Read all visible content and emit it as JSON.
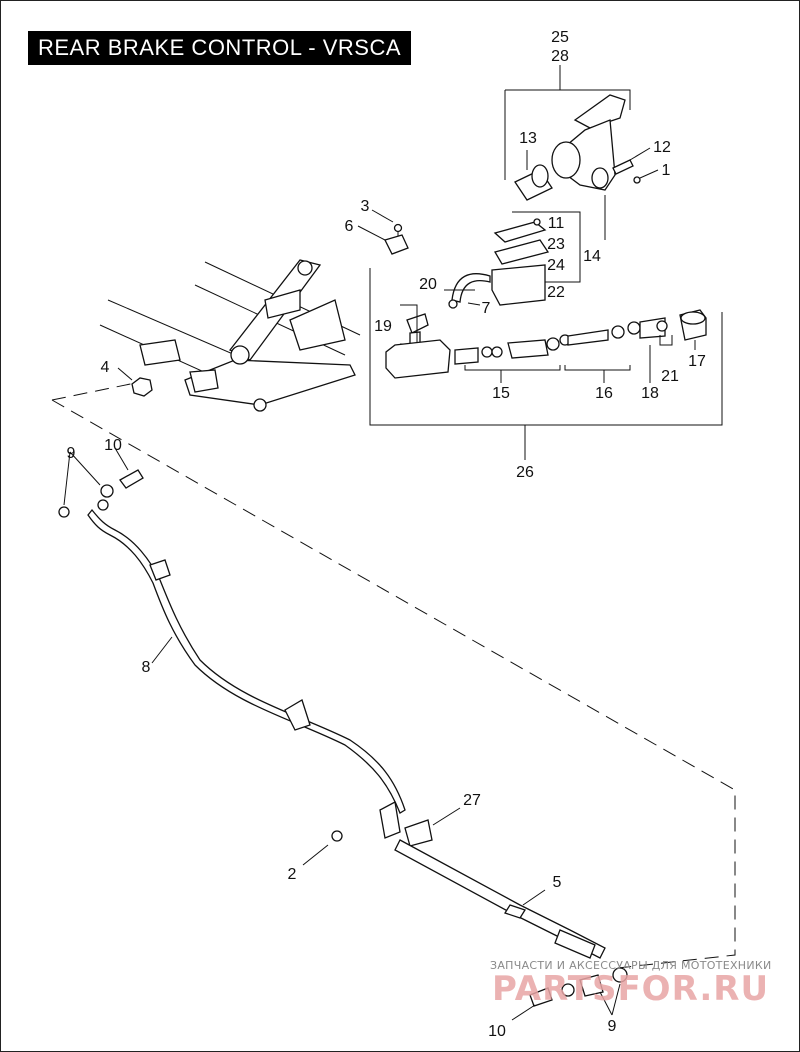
{
  "title": "REAR BRAKE CONTROL - VRSCA",
  "callouts": {
    "c25": "25",
    "c28": "28",
    "c13": "13",
    "c12": "12",
    "c1": "1",
    "c3": "3",
    "c6": "6",
    "c11": "11",
    "c23": "23",
    "c14": "14",
    "c24": "24",
    "c20": "20",
    "c22": "22",
    "c7": "7",
    "c19": "19",
    "c4": "4",
    "c15": "15",
    "c16": "16",
    "c18": "18",
    "c21": "21",
    "c17": "17",
    "c26": "26",
    "c9a": "9",
    "c10a": "10",
    "c8": "8",
    "c27": "27",
    "c2": "2",
    "c5": "5",
    "c10b": "10",
    "c9b": "9"
  },
  "watermark": {
    "caption": "ЗАПЧАСТИ И АКСЕССУАРЫ ДЛЯ МОТОТЕХНИКИ",
    "brand": "PARTSFOR.RU"
  },
  "colors": {
    "ink": "#111111",
    "title_bg": "#000000",
    "title_fg": "#ffffff",
    "watermark": "#e8a5a5"
  }
}
